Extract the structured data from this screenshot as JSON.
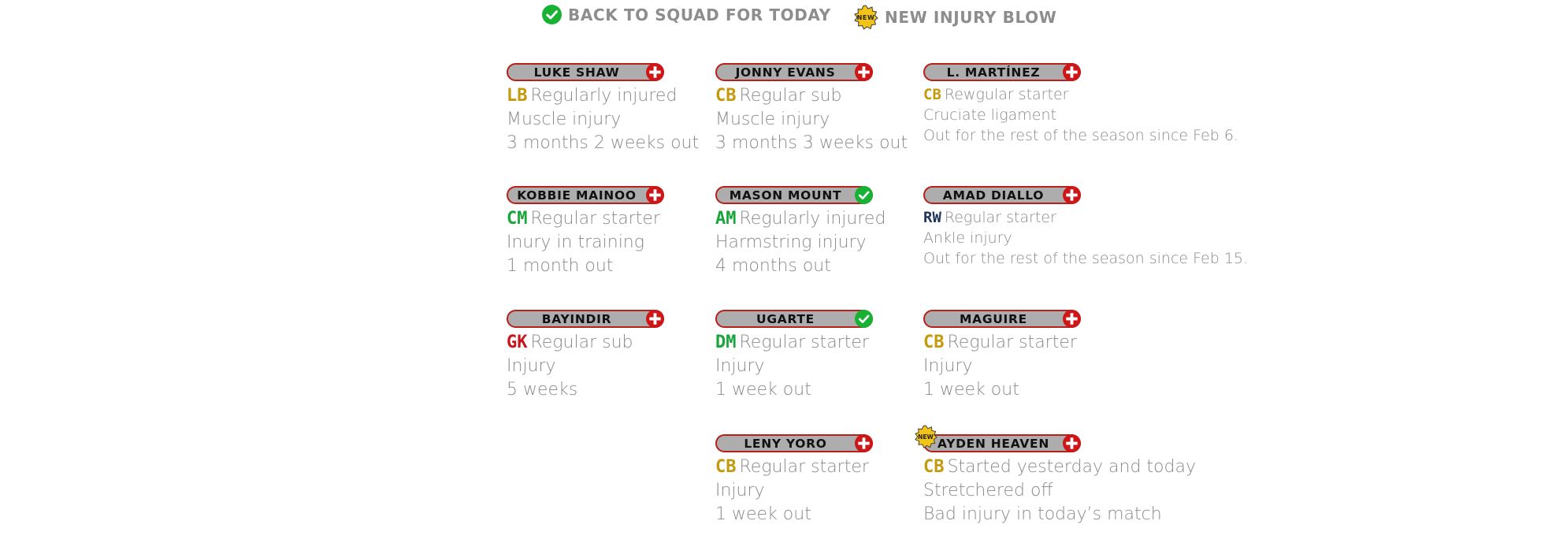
{
  "legend": {
    "back_label": "BACK TO SQUAD FOR TODAY",
    "new_label": "NEW INJURY BLOW"
  },
  "colors": {
    "pill_border": "#b8201b",
    "pill_fill": "#adadad",
    "plus_icon": "#cd1618",
    "check_icon": "#17b134",
    "new_badge": "#f3c418",
    "pos_gold": "#c49a0d",
    "pos_green": "#18a53a",
    "pos_red": "#c8151b",
    "pos_navy": "#1f3559",
    "text_grey": "#8a8a8a"
  },
  "players": [
    {
      "name": "LUKE SHAW",
      "status": "plus-icon",
      "pos": "LB",
      "role": "Regularly injured",
      "injury": "Muscle injury",
      "duration": "3 months 2 weeks out"
    },
    {
      "name": "JONNY EVANS",
      "status": "plus-icon",
      "pos": "CB",
      "role": "Regular sub",
      "injury": "Muscle injury",
      "duration": "3 months 3 weeks out"
    },
    {
      "name": "L. MARTÍNEZ",
      "status": "plus-icon",
      "pos": "CB",
      "role": "Rewgular starter",
      "injury": "Cruciate ligament",
      "duration": "Out for the rest of the season since Feb 6."
    },
    {
      "name": "KOBBIE MAINOO",
      "status": "plus-icon",
      "pos": "CM",
      "role": "Regular starter",
      "injury": "Inury in training",
      "duration": "1 month out"
    },
    {
      "name": "MASON MOUNT",
      "status": "check-icon",
      "pos": "AM",
      "role": "Regularly injured",
      "injury": "Harmstring injury",
      "duration": "4 months out"
    },
    {
      "name": "AMAD DIALLO",
      "status": "plus-icon",
      "pos": "RW",
      "role": "Regular starter",
      "injury": "Ankle injury",
      "duration": "Out for the rest of the season since Feb 15."
    },
    {
      "name": "BAYINDIR",
      "status": "plus-icon",
      "pos": "GK",
      "role": "Regular sub",
      "injury": "Injury",
      "duration": "5 weeks"
    },
    {
      "name": "UGARTE",
      "status": "check-icon",
      "pos": "DM",
      "role": "Regular starter",
      "injury": "Injury",
      "duration": "1 week out"
    },
    {
      "name": "MAGUIRE",
      "status": "plus-icon",
      "pos": "CB",
      "role": "Regular starter",
      "injury": "Injury",
      "duration": "1 week out"
    },
    {
      "name": "LENY YORO",
      "status": "plus-icon",
      "pos": "CB",
      "role": "Regular starter",
      "injury": "Injury",
      "duration": "1 week out"
    },
    {
      "name": "AYDEN HEAVEN",
      "status": "plus-icon",
      "badge": "new-badge-icon",
      "pos": "CB",
      "role": "Started yesterday and today",
      "injury": "Stretchered off",
      "duration": "Bad injury in today’s match"
    }
  ]
}
